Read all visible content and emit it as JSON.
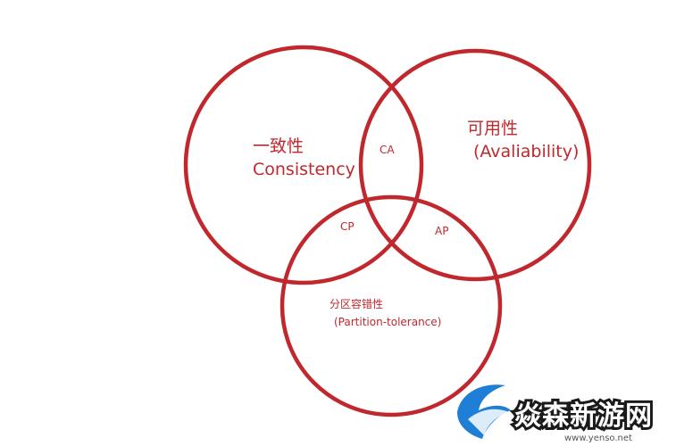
{
  "consistency": {
    "cn": "一致性",
    "en": "Consistency"
  },
  "availability": {
    "cn": "可用性",
    "en": "(Avaliability)"
  },
  "partition": {
    "cn": "分区容错性",
    "en": "(Partition-tolerance)"
  },
  "intersections": {
    "ca": "CA",
    "cp": "CP",
    "ap": "AP"
  },
  "watermark": {
    "name": "焱森新游网",
    "url": "www.yenso.net"
  },
  "colors": {
    "circle_stroke": "#c0282e",
    "label": "#c0282e",
    "logo_blue": "#1f7fd6"
  }
}
